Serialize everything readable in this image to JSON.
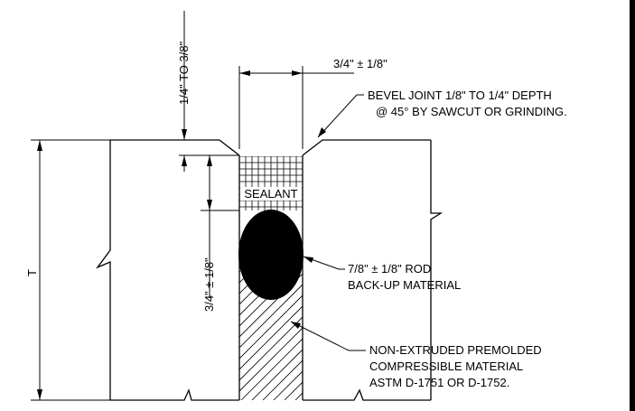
{
  "labels": {
    "width_dim": "3/4\" ± 1/8\"",
    "top_recess_dim": "1/4\" TO 3/8\"",
    "sealant": "SEALANT",
    "depth_dim": "3/4\" ± 1/8\"",
    "thickness": "T",
    "bevel_line1": "BEVEL JOINT 1/8\" TO 1/4\" DEPTH",
    "bevel_line2": "@ 45° BY SAWCUT OR GRINDING.",
    "rod_line1": "7/8\" ± 1/8\" ROD",
    "rod_line2": "BACK-UP MATERIAL",
    "filler_line1": "NON-EXTRUDED PREMOLDED",
    "filler_line2": "COMPRESSIBLE MATERIAL",
    "filler_line3": "ASTM D-1751 OR D-1752."
  }
}
